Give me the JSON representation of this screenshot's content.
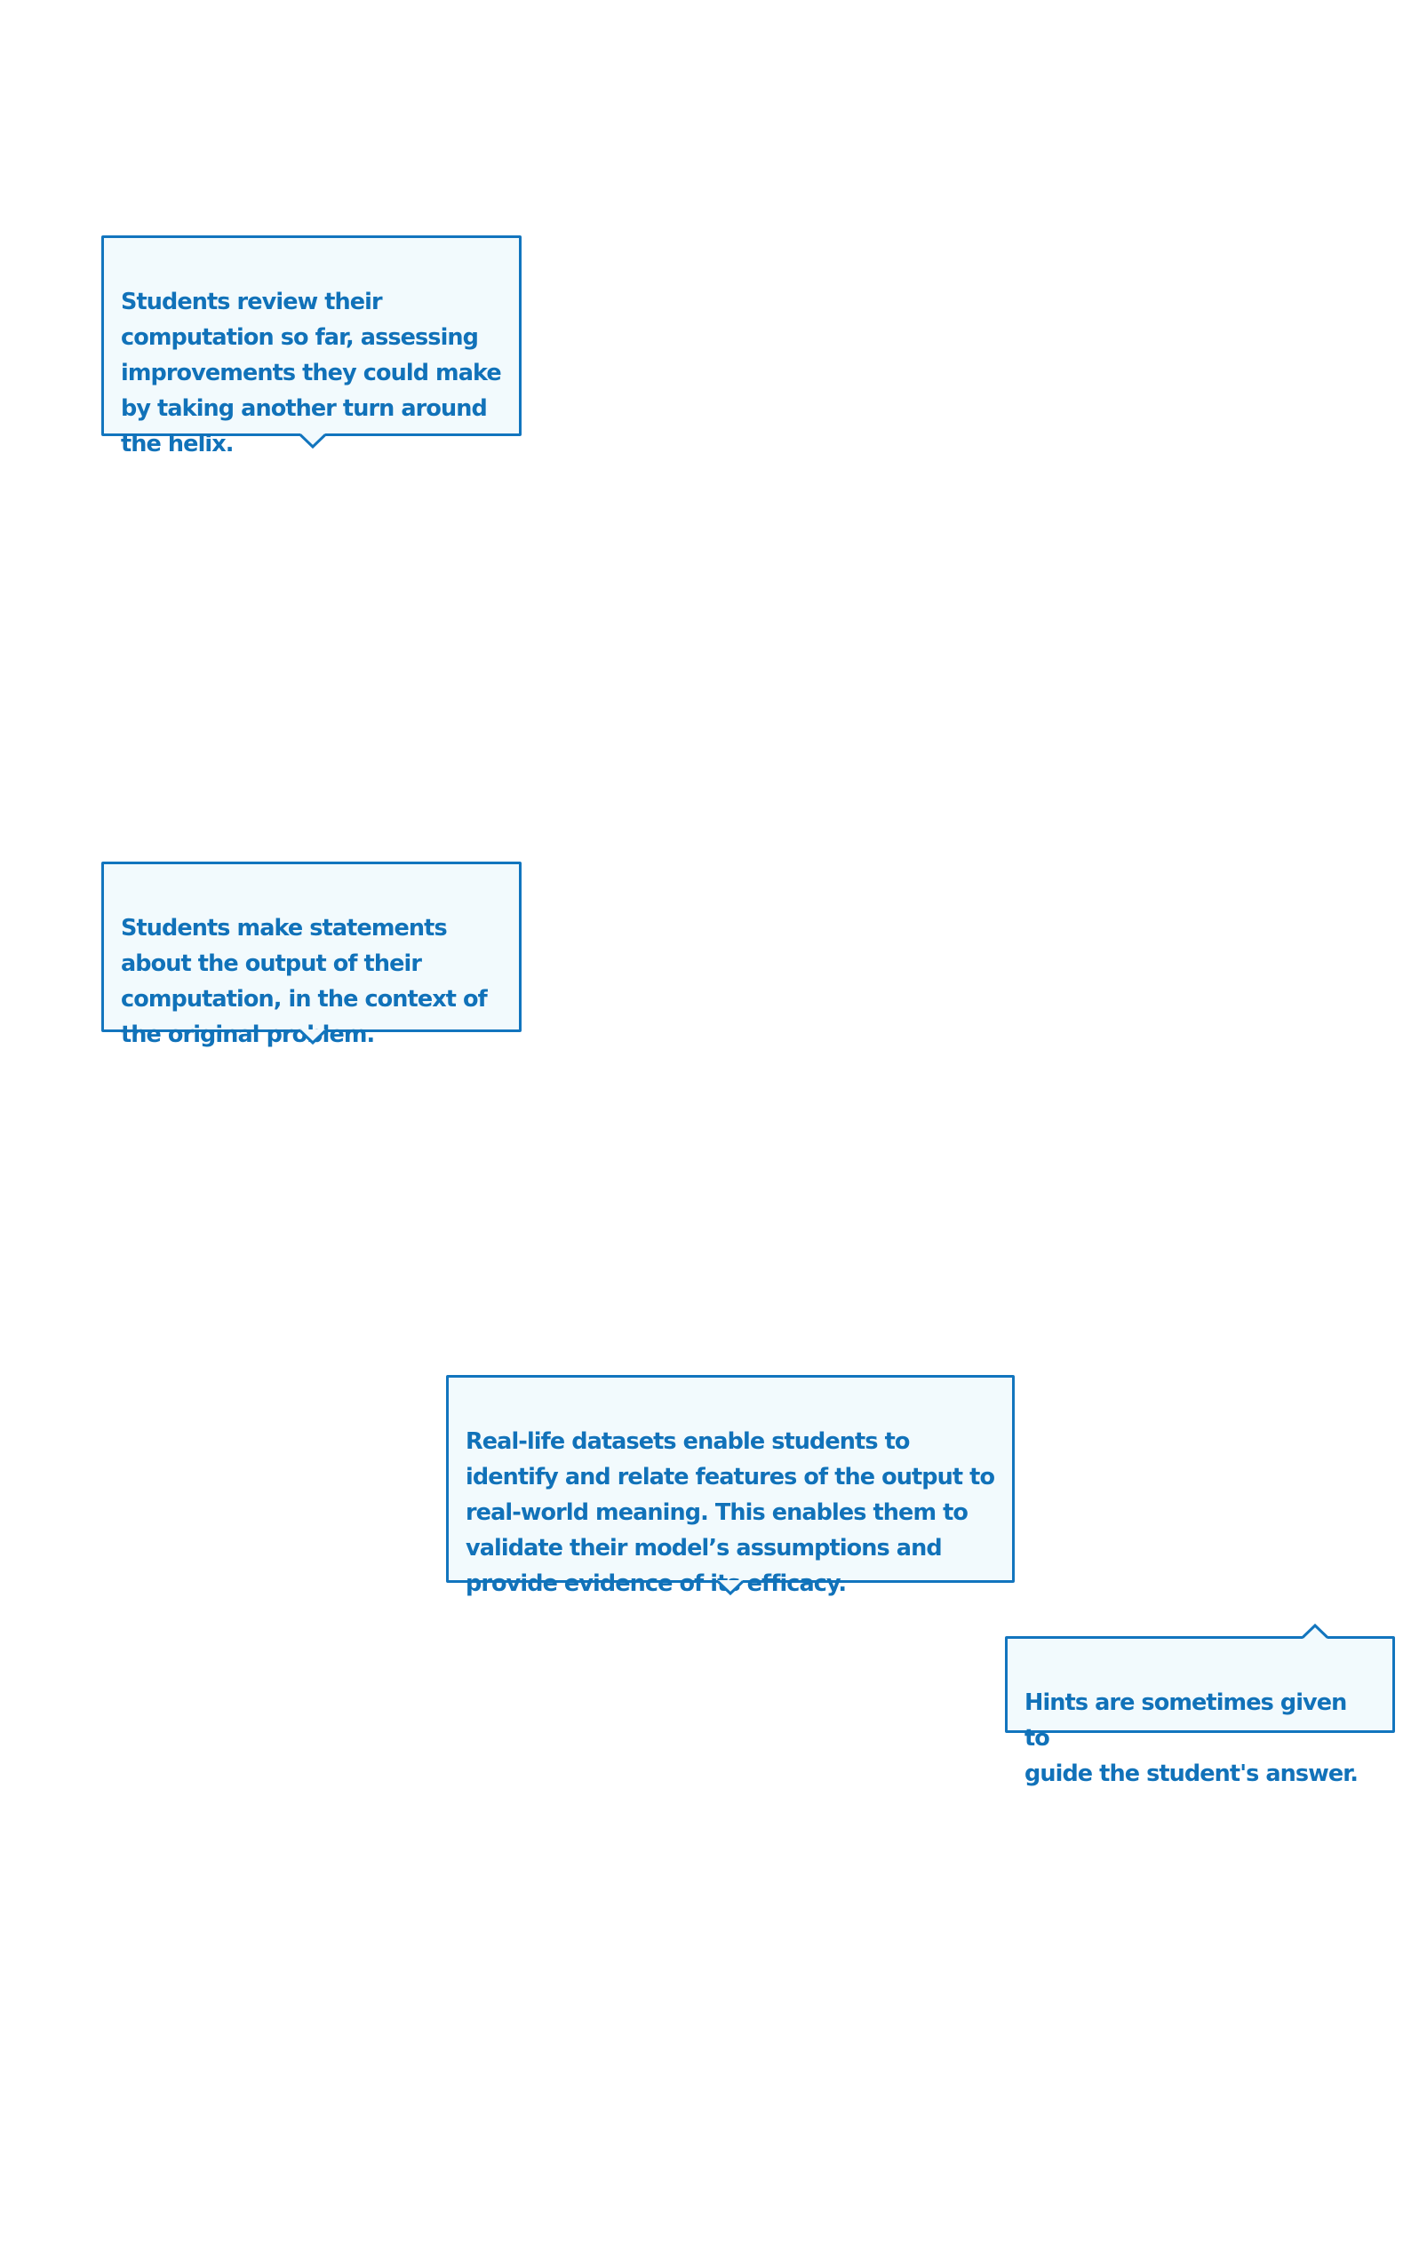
{
  "callouts": [
    {
      "id": "helix-review",
      "text": "Students review their\ncomputation so far, assessing\nimprovements they could make\nby taking another turn around\nthe helix.",
      "pointer": "bottom"
    },
    {
      "id": "output-statements",
      "text": "Students make statements\nabout the output of their\ncomputation, in the context of\nthe original problem.",
      "pointer": "bottom"
    },
    {
      "id": "real-life-datasets",
      "text": "Real-life datasets enable students to\nidentify and relate features of the output to\nreal-world meaning. This enables them to\nvalidate their model’s assumptions and\nprovide evidence of its efficacy.",
      "pointer": "bottom"
    },
    {
      "id": "hints",
      "text": "Hints are sometimes given to\nguide the student's answer.",
      "pointer": "top"
    }
  ],
  "colors": {
    "border": "#1275be",
    "text": "#1172b9",
    "background": "#f2fafd"
  }
}
